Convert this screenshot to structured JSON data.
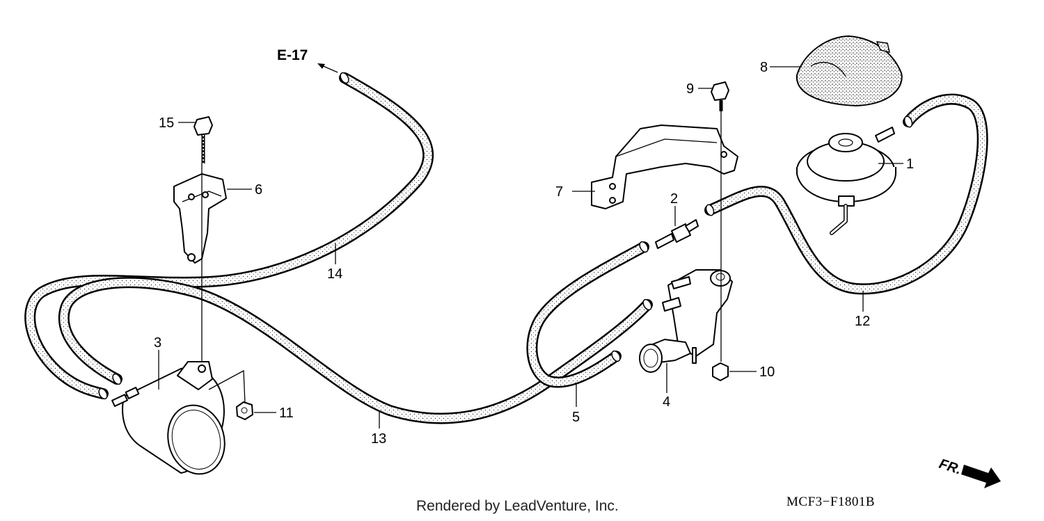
{
  "diagram": {
    "reference_label": "E-17",
    "callouts": [
      "1",
      "2",
      "3",
      "4",
      "5",
      "6",
      "7",
      "8",
      "9",
      "10",
      "11",
      "12",
      "13",
      "14",
      "15"
    ],
    "direction_label": "FR.",
    "diagram_code": "MCF3−F1801B",
    "credit": "Rendered by LeadVenture, Inc."
  },
  "colors": {
    "ink": "#000000",
    "tube_fill": "#ffffff",
    "background": "#ffffff"
  }
}
